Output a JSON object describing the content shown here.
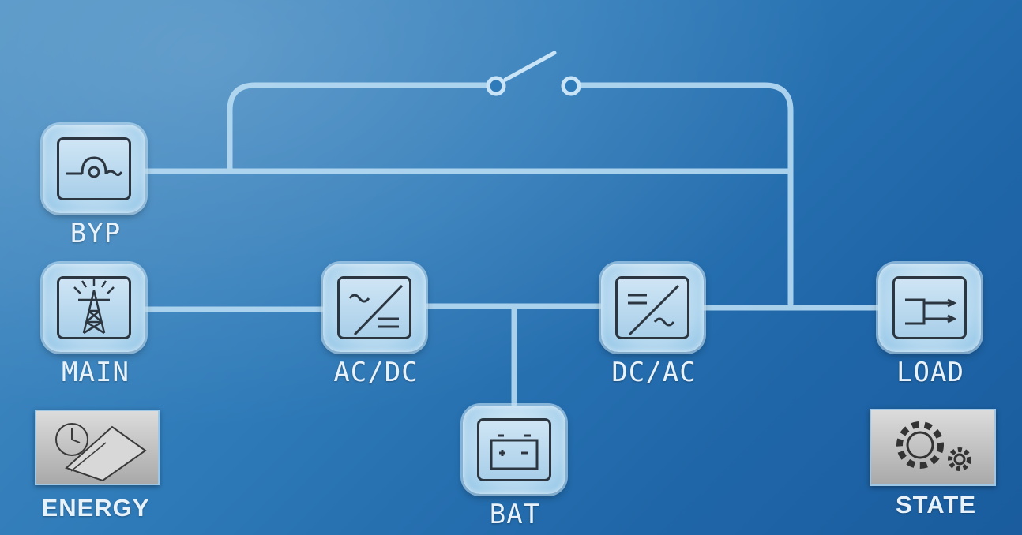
{
  "diagram": {
    "switch": {
      "state": "open"
    },
    "nodes": {
      "byp": {
        "label": "BYP",
        "icon": "generator-icon"
      },
      "main": {
        "label": "MAIN",
        "icon": "power-tower-icon"
      },
      "acdc": {
        "label": "AC/DC",
        "icon": "rectifier-icon"
      },
      "dcac": {
        "label": "DC/AC",
        "icon": "inverter-icon"
      },
      "load": {
        "label": "LOAD",
        "icon": "outlet-icon"
      },
      "bat": {
        "label": "BAT",
        "icon": "battery-icon"
      }
    }
  },
  "buttons": {
    "energy": {
      "label": "ENERGY",
      "icon": "clock-energy-icon"
    },
    "state": {
      "label": "STATE",
      "icon": "gears-icon"
    }
  },
  "colors": {
    "background": "#2f7bb9",
    "line": "#b8dcf3",
    "label": "#e8f2fa"
  }
}
